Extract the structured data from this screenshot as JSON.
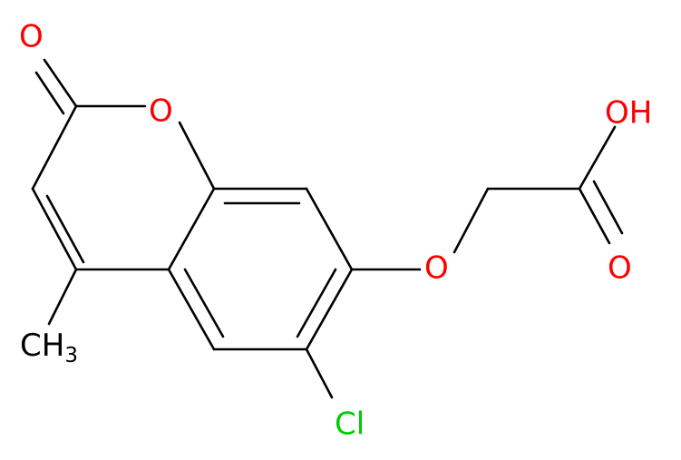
{
  "molecule": {
    "colors": {
      "bond": "#000000",
      "oxygen": "#ff0000",
      "chlorine": "#00cc00",
      "carbon": "#000000"
    },
    "atoms": {
      "carbonyl_o": "O",
      "ring_o": "O",
      "methyl_c": "CH",
      "methyl_sub": "3",
      "ether_o": "O",
      "chlorine": "Cl",
      "acid_oh": "OH",
      "acid_o": "O"
    }
  }
}
